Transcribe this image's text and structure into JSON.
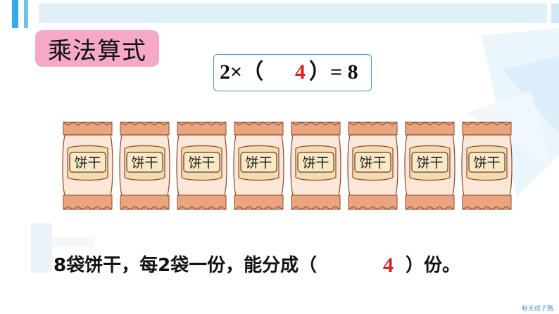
{
  "title": "乘法算式",
  "formula": {
    "left": "2×（",
    "answer": "4",
    "right": "）= 8"
  },
  "bag_label": "饼干",
  "bag_count": 8,
  "sentence": {
    "left": "8袋饼干，每2袋一份，能分成（",
    "answer": "4",
    "right": "）份。"
  },
  "corner": "秋无成子路",
  "colors": {
    "title_bg": "#f5a8c7",
    "answer": "#e02020",
    "formula_border": "#4a93cc",
    "accent": "#39a9e6"
  }
}
